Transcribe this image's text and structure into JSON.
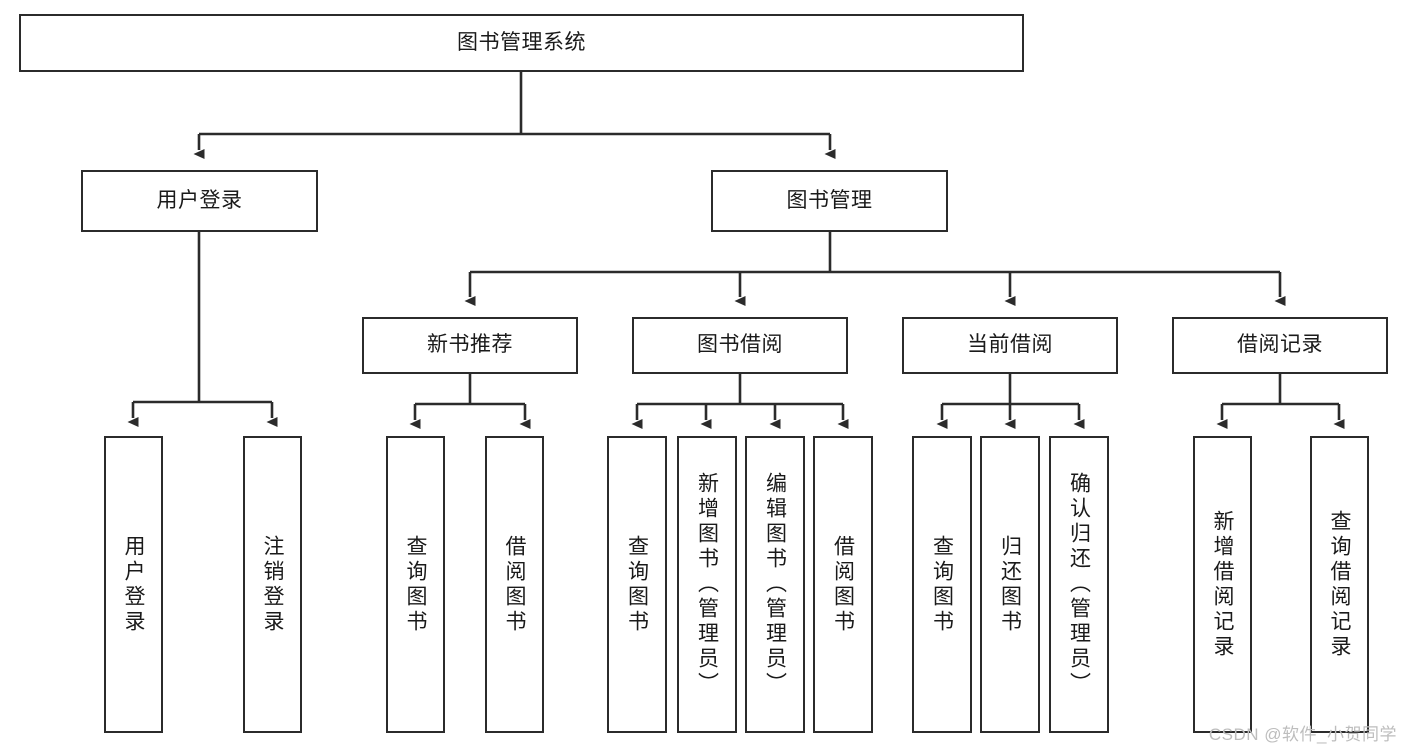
{
  "diagram": {
    "type": "hierarchy-tree",
    "title": "图书管理系统",
    "colors": {
      "background": "#ffffff",
      "box_border": "#2b2b2b",
      "box_fill": "#ffffff",
      "text": "#1a1a1a",
      "connector": "#2b2b2b",
      "watermark": "#bdbdbd"
    },
    "root": {
      "label": "图书管理系统"
    },
    "level2": [
      {
        "label": "用户登录"
      },
      {
        "label": "图书管理"
      }
    ],
    "level3": [
      {
        "label": "新书推荐"
      },
      {
        "label": "图书借阅"
      },
      {
        "label": "当前借阅"
      },
      {
        "label": "借阅记录"
      }
    ],
    "leaves": {
      "user_login": [
        {
          "label": "用户登录"
        },
        {
          "label": "注销登录"
        }
      ],
      "new_book_recommend": [
        {
          "label": "查询图书"
        },
        {
          "label": "借阅图书"
        }
      ],
      "book_borrow": [
        {
          "label": "查询图书"
        },
        {
          "label": "新增图书（管理员）"
        },
        {
          "label": "编辑图书（管理员）"
        },
        {
          "label": "借阅图书"
        }
      ],
      "current_borrow": [
        {
          "label": "查询图书"
        },
        {
          "label": "归还图书"
        },
        {
          "label": "确认归还（管理员）"
        }
      ],
      "borrow_record": [
        {
          "label": "新增借阅记录"
        },
        {
          "label": "查询借阅记录"
        }
      ]
    }
  },
  "watermark": {
    "text": "CSDN @软件_小贺同学"
  }
}
